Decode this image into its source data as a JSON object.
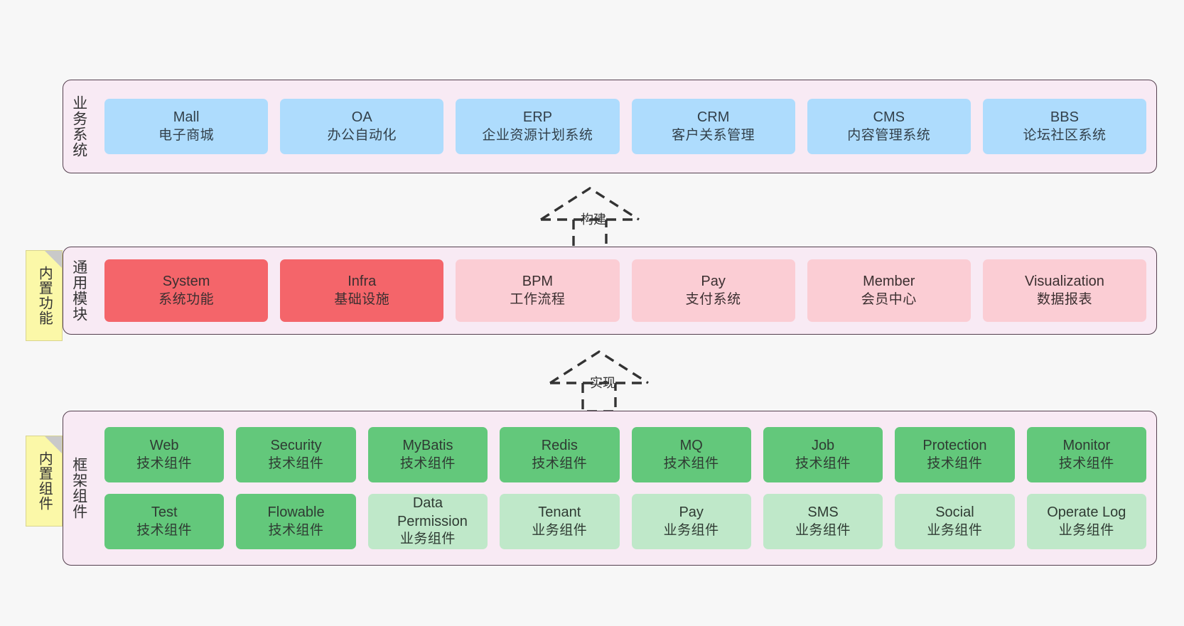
{
  "diagram": {
    "title": "",
    "background": "#f7f7f7",
    "palette": {
      "panel_bg": "#f8eaf4",
      "panel_border": "#55404f",
      "blue": "#aedcfd",
      "red": "#f4656a",
      "pink": "#fbcdd4",
      "green": "#63c87b",
      "mint": "#bfe8c9",
      "note_yellow": "#fbf8a8",
      "note_fold": "#c9c9c9",
      "dashed_stroke": "#333333"
    }
  },
  "layers": [
    {
      "id": "business-system",
      "caption": "业务系统",
      "rows": [
        {
          "style": "blue",
          "items": [
            {
              "en": "Mall",
              "cn": "电子商城"
            },
            {
              "en": "OA",
              "cn": "办公自动化"
            },
            {
              "en": "ERP",
              "cn": "企业资源计划系统"
            },
            {
              "en": "CRM",
              "cn": "客户关系管理"
            },
            {
              "en": "CMS",
              "cn": "内容管理系统"
            },
            {
              "en": "BBS",
              "cn": "论坛社区系统"
            }
          ]
        }
      ]
    },
    {
      "id": "common-module",
      "caption": "通用模块",
      "note": "内置功能",
      "rows": [
        {
          "style": "mixed",
          "items": [
            {
              "en": "System",
              "cn": "系统功能",
              "style": "red"
            },
            {
              "en": "Infra",
              "cn": "基础设施",
              "style": "red"
            },
            {
              "en": "BPM",
              "cn": "工作流程",
              "style": "pink"
            },
            {
              "en": "Pay",
              "cn": "支付系统",
              "style": "pink"
            },
            {
              "en": "Member",
              "cn": "会员中心",
              "style": "pink"
            },
            {
              "en": "Visualization",
              "cn": "数据报表",
              "style": "pink"
            }
          ]
        }
      ]
    },
    {
      "id": "framework-component",
      "caption": "框架组件",
      "note": "内置组件",
      "rows": [
        {
          "style": "mixed",
          "items": [
            {
              "en": "Web",
              "cn": "技术组件",
              "style": "green"
            },
            {
              "en": "Security",
              "cn": "技术组件",
              "style": "green"
            },
            {
              "en": "MyBatis",
              "cn": "技术组件",
              "style": "green"
            },
            {
              "en": "Redis",
              "cn": "技术组件",
              "style": "green"
            },
            {
              "en": "MQ",
              "cn": "技术组件",
              "style": "green"
            },
            {
              "en": "Job",
              "cn": "技术组件",
              "style": "green"
            },
            {
              "en": "Protection",
              "cn": "技术组件",
              "style": "green"
            },
            {
              "en": "Monitor",
              "cn": "技术组件",
              "style": "green"
            }
          ]
        },
        {
          "style": "mixed",
          "items": [
            {
              "en": "Test",
              "cn": "技术组件",
              "style": "green"
            },
            {
              "en": "Flowable",
              "cn": "技术组件",
              "style": "green"
            },
            {
              "en": "Data Permission",
              "cn": "业务组件",
              "style": "mint"
            },
            {
              "en": "Tenant",
              "cn": "业务组件",
              "style": "mint"
            },
            {
              "en": "Pay",
              "cn": "业务组件",
              "style": "mint"
            },
            {
              "en": "SMS",
              "cn": "业务组件",
              "style": "mint"
            },
            {
              "en": "Social",
              "cn": "业务组件",
              "style": "mint"
            },
            {
              "en": "Operate Log",
              "cn": "业务组件",
              "style": "mint"
            }
          ]
        }
      ]
    }
  ],
  "connectors": [
    {
      "id": "build",
      "label": "构建",
      "from": "common-module",
      "to": "business-system"
    },
    {
      "id": "implement",
      "label": "实现",
      "from": "framework-component",
      "to": "common-module"
    }
  ]
}
